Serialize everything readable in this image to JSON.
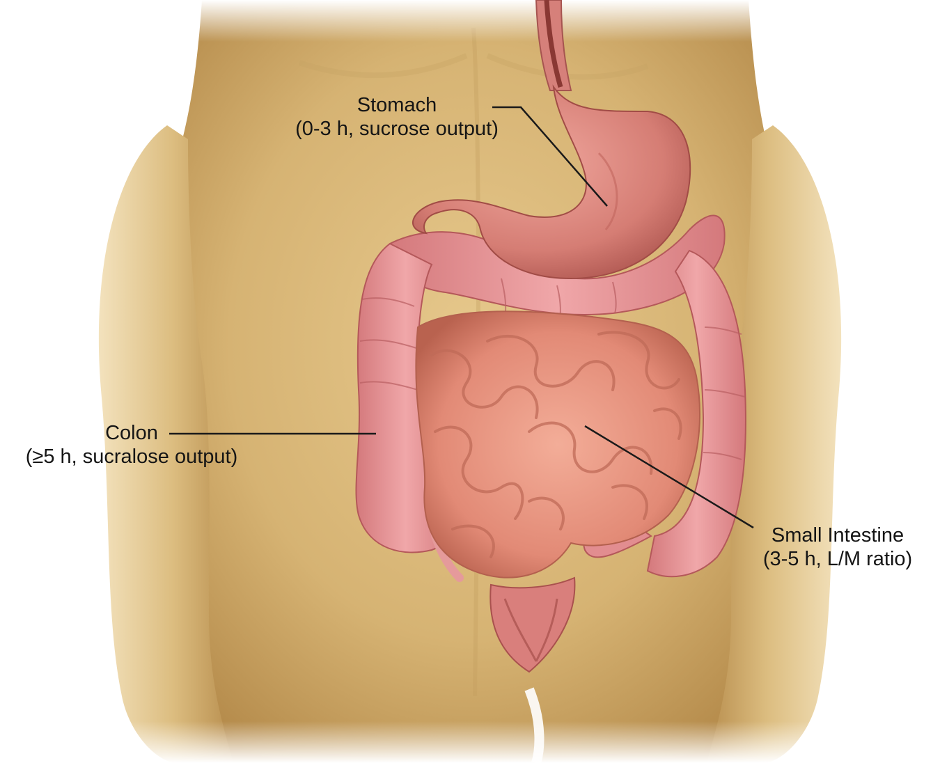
{
  "labels": {
    "stomach": {
      "name": "Stomach",
      "detail": "(0-3 h, sucrose output)"
    },
    "colon": {
      "name": "Colon",
      "detail": "(≥5 h, sucralose output)"
    },
    "small_intestine": {
      "name": "Small Intestine",
      "detail": "(3-5 h, L/M ratio)"
    }
  },
  "colors": {
    "skin": "#d9b877",
    "skin_shadow": "#b48a4a",
    "stomach": "#d57d74",
    "colon": "#e69698",
    "small_intestine": "#e8937e",
    "leader_line": "#1a1a1a"
  }
}
